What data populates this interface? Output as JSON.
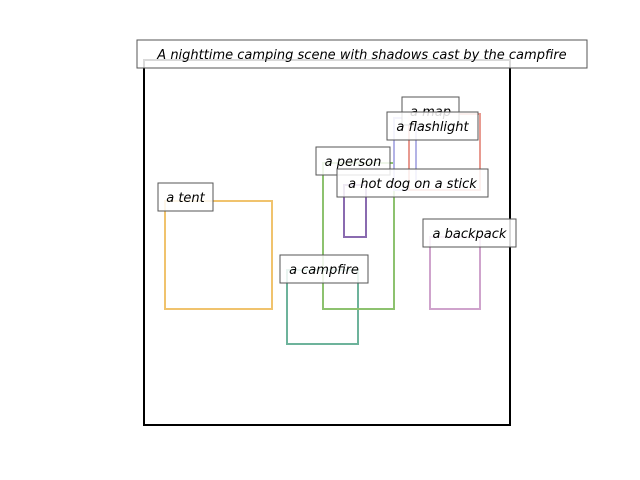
{
  "title": "A nighttime camping scene with shadows cast by the campfire",
  "boxes": [
    {
      "id": "tent",
      "label": "a tent",
      "color": "#f0c36d"
    },
    {
      "id": "campfire",
      "label": "a campfire",
      "color": "#6db39b"
    },
    {
      "id": "person",
      "label": "a person",
      "color": "#8dc26f"
    },
    {
      "id": "hotdog",
      "label": "a hot dog on a stick",
      "color": "#8a6bb0"
    },
    {
      "id": "map",
      "label": "a map",
      "color": "#b3b3e6"
    },
    {
      "id": "flashlight",
      "label": "a flashlight",
      "color": "#e89a90"
    },
    {
      "id": "backpack",
      "label": "a backpack",
      "color": "#cfa3cc"
    }
  ]
}
